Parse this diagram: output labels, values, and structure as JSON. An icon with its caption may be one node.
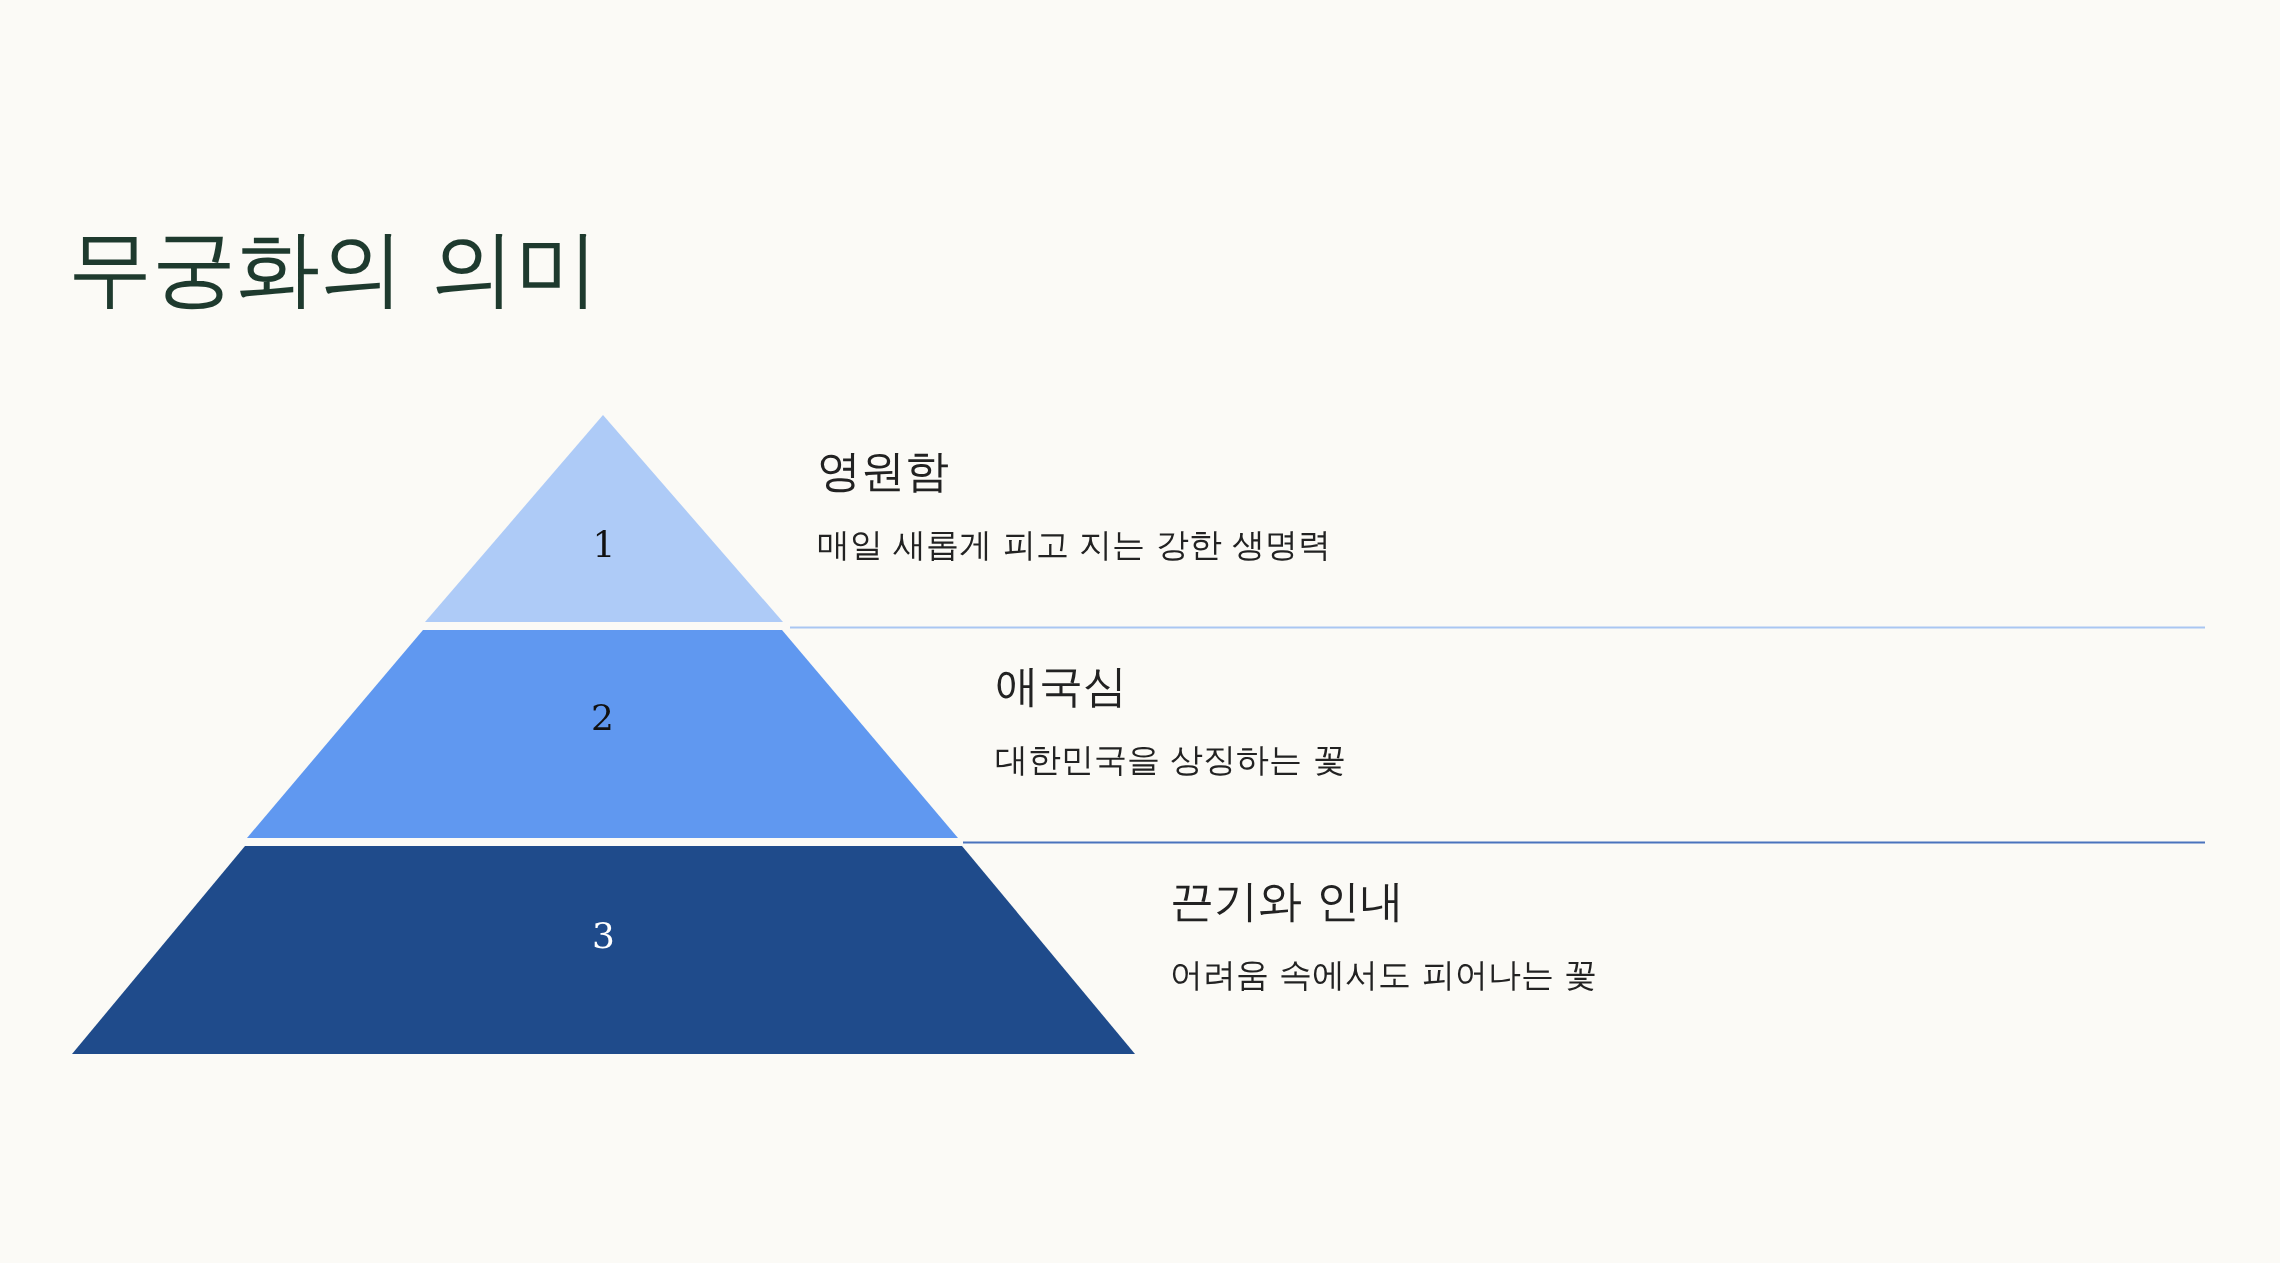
{
  "diagram": {
    "title": "무궁화의 의미",
    "nodes": [
      {
        "text": [
          "1"
        ],
        "beside": [
          "영원함",
          "매일 새롭게 피고 지는 강한 생명력"
        ]
      },
      {
        "text": [
          "2"
        ],
        "beside": [
          "애국심",
          "대한민국을 상징하는 꽃"
        ]
      },
      {
        "text": [
          "3"
        ],
        "beside": [
          "끈기와 인내",
          "어려움 속에서도 피어나는 꽃"
        ]
      }
    ],
    "edges": []
  }
}
